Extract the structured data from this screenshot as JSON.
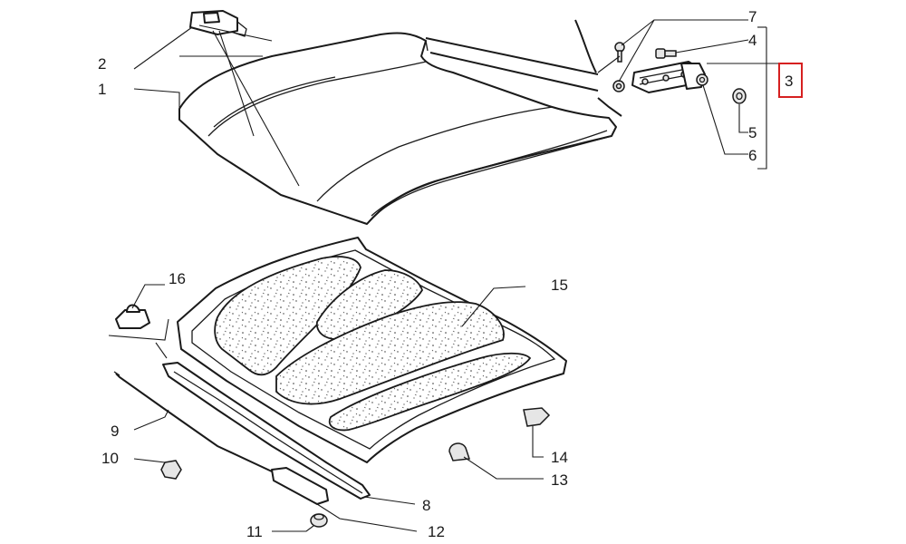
{
  "diagram": {
    "callouts": [
      {
        "id": "1",
        "label": "1"
      },
      {
        "id": "2",
        "label": "2"
      },
      {
        "id": "3",
        "label": "3"
      },
      {
        "id": "4",
        "label": "4"
      },
      {
        "id": "5",
        "label": "5"
      },
      {
        "id": "6",
        "label": "6"
      },
      {
        "id": "7",
        "label": "7"
      },
      {
        "id": "8",
        "label": "8"
      },
      {
        "id": "9",
        "label": "9"
      },
      {
        "id": "10",
        "label": "10"
      },
      {
        "id": "11",
        "label": "11"
      },
      {
        "id": "12",
        "label": "12"
      },
      {
        "id": "13",
        "label": "13"
      },
      {
        "id": "14",
        "label": "14"
      },
      {
        "id": "15",
        "label": "15"
      },
      {
        "id": "16",
        "label": "16"
      }
    ],
    "highlighted_callout": "3",
    "colors": {
      "line": "#1a1a1a",
      "highlight": "#d62020",
      "background": "#ffffff"
    }
  }
}
